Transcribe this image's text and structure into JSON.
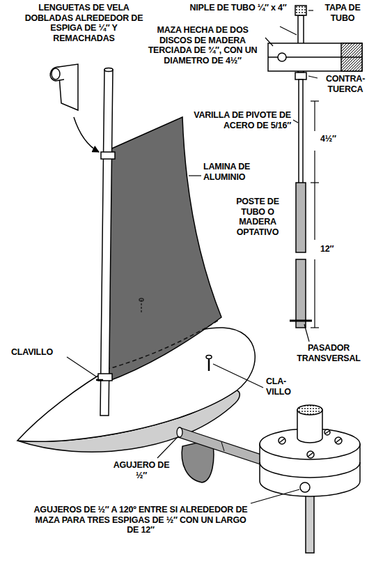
{
  "diagram": {
    "labels": [
      "LENGUETAS DE VELA DOBLADAS ALREDEDOR DE ESPIGA DE ¼″ Y REMACHADAS",
      "NIPLE DE TUBO ¼″ x 4″",
      "TAPA DE TUBO",
      "MAZA HECHA DE DOS DISCOS DE MADERA TERCIADA DE ¾″, CON UN DIAMETRO DE 4½″",
      "CONTRA-TUERCA",
      "VARILLA DE PIVOTE DE ACERO DE 5/16″",
      "4½″",
      "LAMINA DE ALUMINIO",
      "POSTE DE TUBO O MADERA OPTATIVO",
      "12″",
      "PASADOR TRANSVERSAL",
      "CLAVILLO",
      "CLA-VILLO",
      "AGUJERO DE ½″",
      "AGUJEROS DE ½″ A 120º ENTRE SI ALREDEDOR DE MAZA PARA TRES ESPIGAS DE ½″ CON UN LARGO DE 12″"
    ]
  }
}
